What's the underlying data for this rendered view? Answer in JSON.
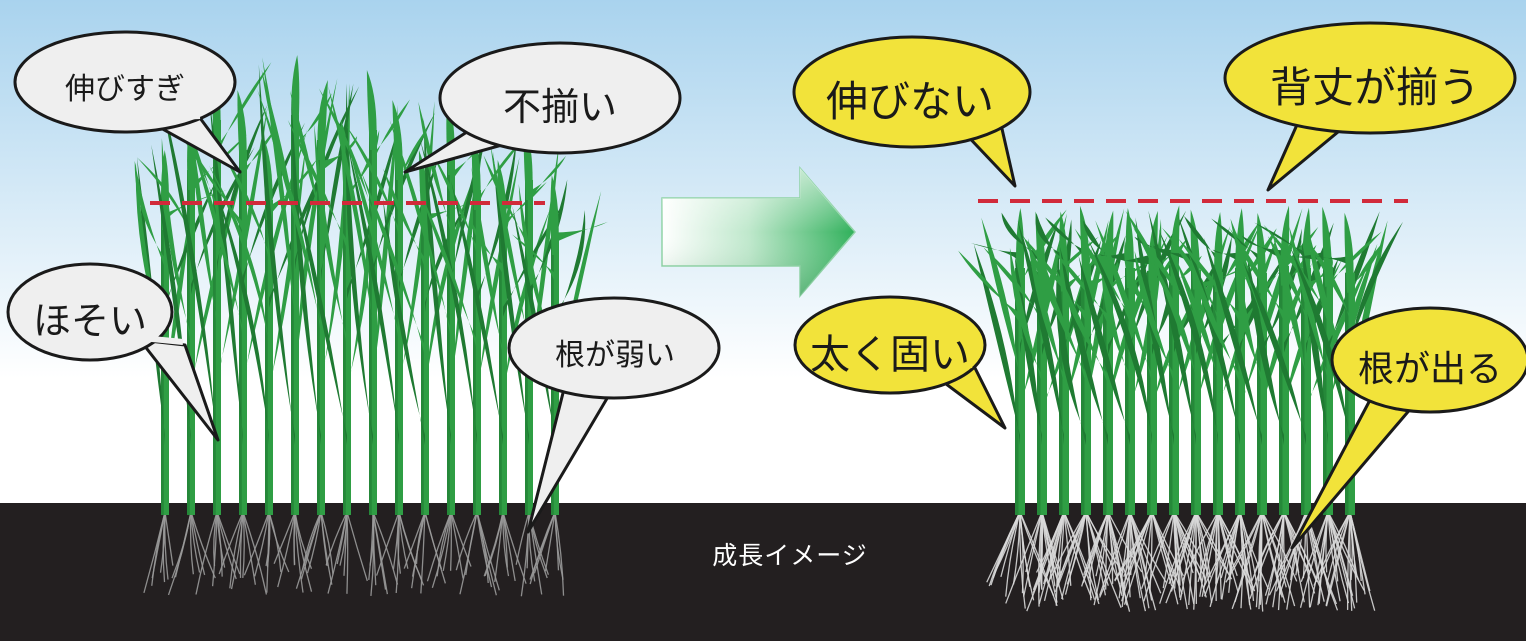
{
  "diagram": {
    "before_labels": {
      "overgrown": "伸びすぎ",
      "uneven": "不揃い",
      "thin": "ほそい",
      "weak_roots": "根が弱い"
    },
    "after_labels": {
      "no_stretch": "伸びない",
      "even_height": "背丈が揃う",
      "thick_firm": "太く固い",
      "roots_grow": "根が出る"
    },
    "soil_caption": "成長イメージ",
    "colors": {
      "sky_top": "#a9d3ee",
      "sky_bottom": "#ffffff",
      "soil": "#231f20",
      "grass": "#2f9e44",
      "grass_dark": "#1f7a32",
      "dashed_line": "#d12a3a",
      "bubble_before": "#efefef",
      "bubble_after": "#f2e33a",
      "arrow_light": "#e9f6ee",
      "arrow_dark": "#2fb05a",
      "roots": "#d9d9d9"
    }
  }
}
